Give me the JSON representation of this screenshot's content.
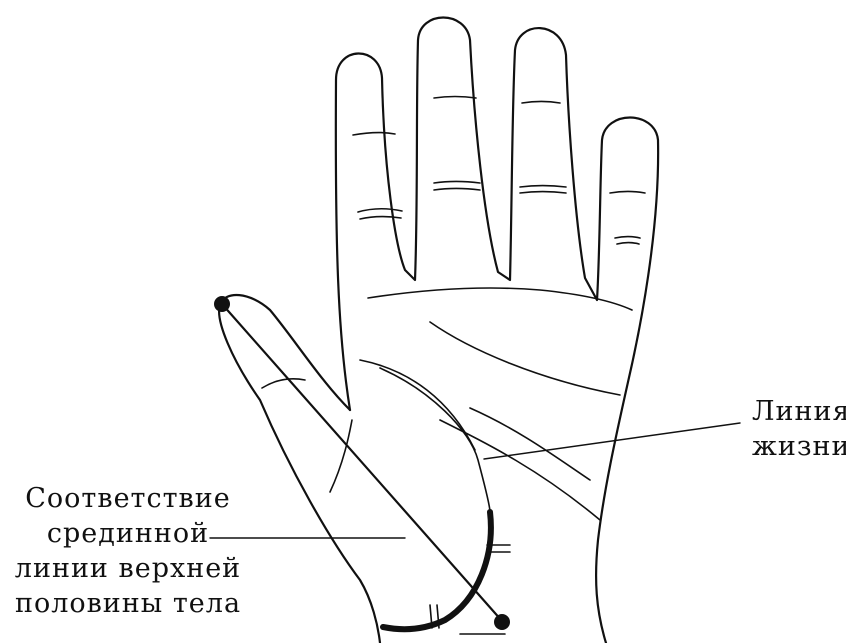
{
  "labels": {
    "life_line": [
      "Линия",
      "жизни"
    ],
    "midline": [
      "Соответствие",
      "срединной",
      "линии верхней",
      "половины тела"
    ]
  },
  "colors": {
    "ink": "#111111",
    "background": "#ffffff"
  }
}
